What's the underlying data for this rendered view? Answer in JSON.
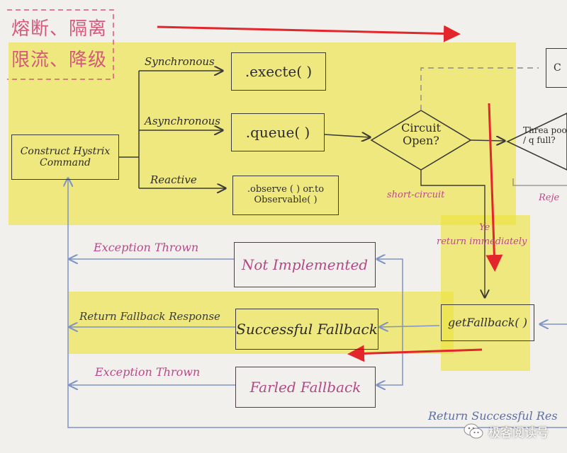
{
  "notes": {
    "line1": "熔断、隔离",
    "line2": "限流、降级"
  },
  "paths": {
    "synchronous": "Synchronous",
    "asynchronous": "Asynchronous",
    "reactive": "Reactive"
  },
  "nodes": {
    "construct": "Construct Hystrix Command",
    "execute": ".execte( )",
    "queue": ".queue( )",
    "observe": ".observe ( ) or.to Observable( )",
    "circuit": "Circuit Open?",
    "thread": "Threa pool / q full?",
    "corner": "C",
    "get_fallback": "getFallback( )",
    "not_implemented": "Not Implemented",
    "successful_fallback": "Successful Fallback",
    "failed_fallback": "Farled Fallback"
  },
  "edges": {
    "short_circuit": "short-circuit",
    "reject": "Reje",
    "yes": "Ye",
    "return_immediately": "return immediately",
    "exception_thrown_1": "Exception Thrown",
    "return_fallback_response": "Return Fallback Response",
    "exception_thrown_2": "Exception Thrown",
    "return_successful": "Return Successful Res"
  },
  "watermark": {
    "text": "极客阅读号"
  },
  "colors": {
    "highlight": "#ece43c",
    "arrow_red": "#e3262c",
    "line_dark": "#3c3a36",
    "line_blue": "#7f93c6",
    "text_pink": "#b84a8a",
    "note_red": "#d6587a"
  }
}
